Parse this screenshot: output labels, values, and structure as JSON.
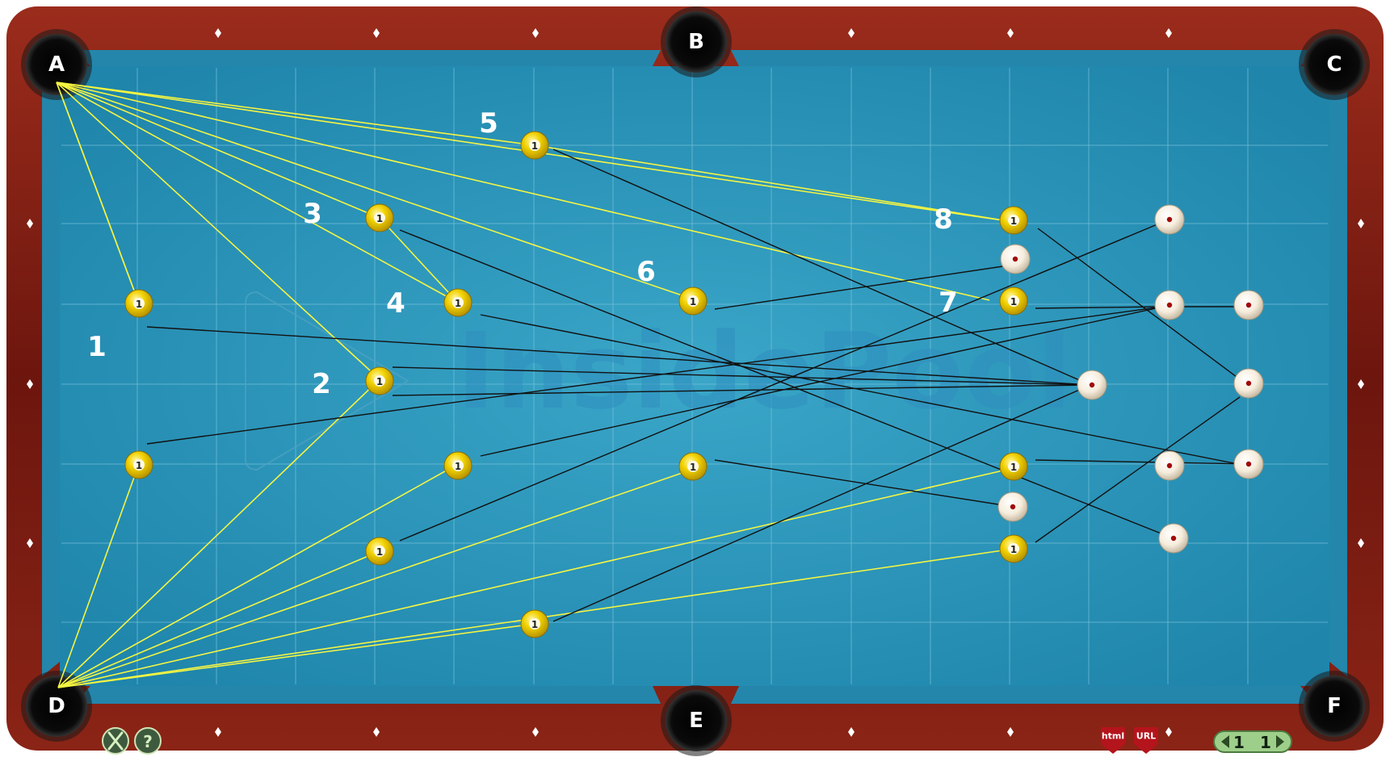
{
  "pockets": [
    {
      "id": "A",
      "label": "A"
    },
    {
      "id": "B",
      "label": "B"
    },
    {
      "id": "C",
      "label": "C"
    },
    {
      "id": "D",
      "label": "D"
    },
    {
      "id": "E",
      "label": "E"
    },
    {
      "id": "F",
      "label": "F"
    }
  ],
  "shot_labels": [
    "1",
    "2",
    "3",
    "4",
    "5",
    "6",
    "7",
    "8"
  ],
  "object_ball_number": "1",
  "watermark": "InsidePool",
  "toolbar": {
    "html_button": "html",
    "url_button": "URL",
    "counter_left": "1",
    "counter_right": "1"
  },
  "colors": {
    "cloth": "#2a93b8",
    "rail_wood": "#7a1d12",
    "cushion": "#2486ab",
    "aim_line": "#f5f542",
    "cue_line": "#111111",
    "object_ball": "#f3d400",
    "cue_ball": "#fbf3e4"
  }
}
